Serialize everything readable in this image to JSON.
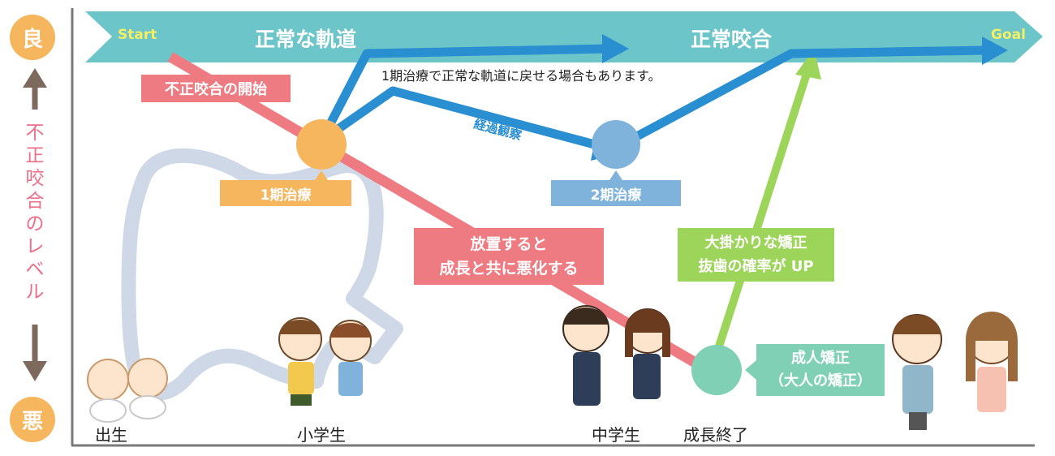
{
  "axis": {
    "good": "良",
    "bad": "悪",
    "title_chars": [
      "不",
      "正",
      "咬",
      "合",
      "の",
      "レ",
      "ベ",
      "ル"
    ]
  },
  "top_band": {
    "start": "Start",
    "goal": "Goal",
    "left_title": "正常な軌道",
    "right_title": "正常咬合"
  },
  "annotations": {
    "onset": "不正咬合の開始",
    "phase1_note": "1期治療で正常な軌道に戻せる場合もあります。",
    "observation": "経過観察",
    "phase1": "1期治療",
    "phase2": "2期治療",
    "neglect_line1": "放置すると",
    "neglect_line2": "成長と共に悪化する",
    "large_line1": "大掛かりな矯正",
    "large_line2": "抜歯の確率が UP",
    "adult_line1": "成人矯正",
    "adult_line2": "（大人の矯正）"
  },
  "stages": {
    "birth": "出生",
    "elementary": "小学生",
    "junior_high": "中学生",
    "growth_end": "成長終了"
  },
  "colors": {
    "teal": "#6cc5c9",
    "blue": "#2a8fd0",
    "pink": "#ee7b82",
    "green": "#9dd45a",
    "orange": "#f5b65e",
    "light_blue": "#7fb3dc",
    "mint": "#7fd0b5",
    "tooth": "#cfd8e6"
  }
}
